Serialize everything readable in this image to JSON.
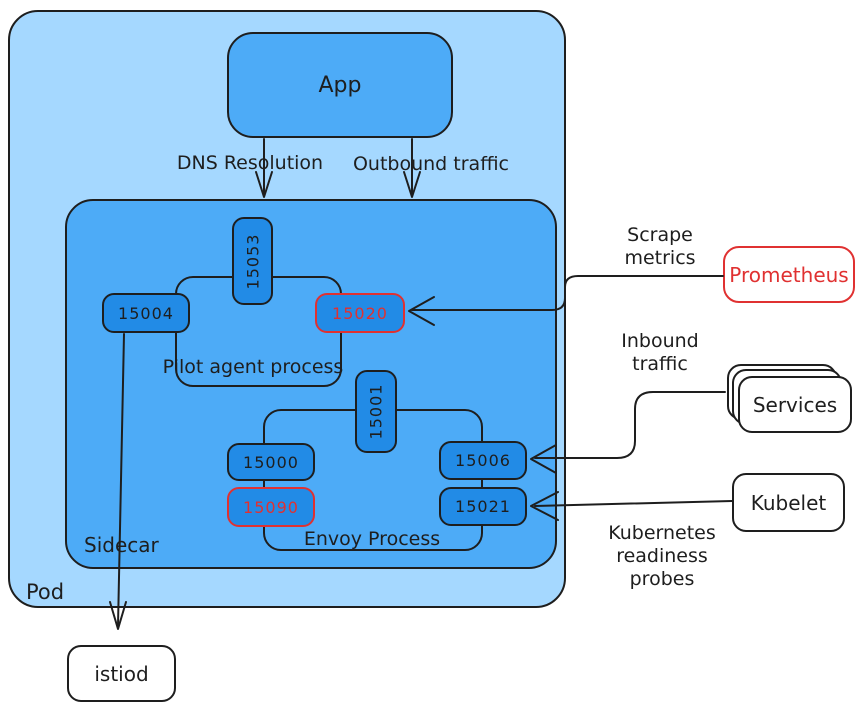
{
  "colors": {
    "pod": "#a5d8ff",
    "mid": "#4dabf7",
    "port": "#228be6",
    "stroke": "#1e1e1e",
    "red": "#e03131"
  },
  "pod": {
    "label": "Pod"
  },
  "app": {
    "label": "App"
  },
  "sidecar": {
    "label": "Sidecar"
  },
  "pilot_group": {
    "label": "Pilot agent process",
    "ports": {
      "p15053": "15053",
      "p15004": "15004",
      "p15020": "15020"
    }
  },
  "envoy_group": {
    "label": "Envoy Process",
    "ports": {
      "p15001": "15001",
      "p15000": "15000",
      "p15090": "15090",
      "p15006": "15006",
      "p15021": "15021"
    }
  },
  "external": {
    "prometheus": "Prometheus",
    "services": "Services",
    "kubelet": "Kubelet",
    "istiod": "istiod"
  },
  "edge_labels": {
    "dns": "DNS Resolution",
    "outbound": "Outbound traffic",
    "scrape": "Scrape\nmetrics",
    "inbound": "Inbound\ntraffic",
    "readiness": "Kubernetes\nreadiness\nprobes"
  }
}
